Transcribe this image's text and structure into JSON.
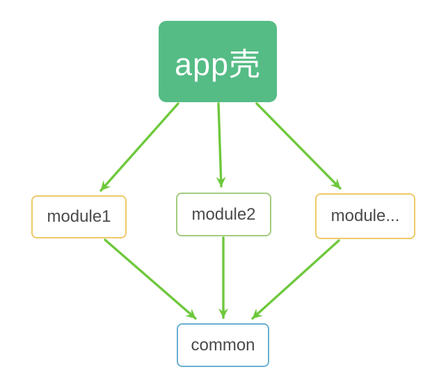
{
  "colors": {
    "background": "#ffffff",
    "app_fill": "#55bc85",
    "app_text": "#ffffff",
    "module_border_yellow": "#eec967",
    "module_border_green": "#a3cb7d",
    "common_border_blue": "#68afd2",
    "arrow_green": "#6ec83c",
    "node_text": "#4a4a4a"
  },
  "diagram": {
    "type": "dependency-graph",
    "nodes": [
      {
        "id": "app-shell",
        "label": "app壳",
        "style": "filled-green"
      },
      {
        "id": "module1",
        "label": "module1",
        "style": "outlined-yellow"
      },
      {
        "id": "module2",
        "label": "module2",
        "style": "outlined-green"
      },
      {
        "id": "module-more",
        "label": "module...",
        "style": "outlined-yellow"
      },
      {
        "id": "common",
        "label": "common",
        "style": "outlined-blue"
      }
    ],
    "edges": [
      {
        "from": "app-shell",
        "to": "module1"
      },
      {
        "from": "app-shell",
        "to": "module2"
      },
      {
        "from": "app-shell",
        "to": "module-more"
      },
      {
        "from": "module1",
        "to": "common"
      },
      {
        "from": "module2",
        "to": "common"
      },
      {
        "from": "module-more",
        "to": "common"
      }
    ]
  }
}
